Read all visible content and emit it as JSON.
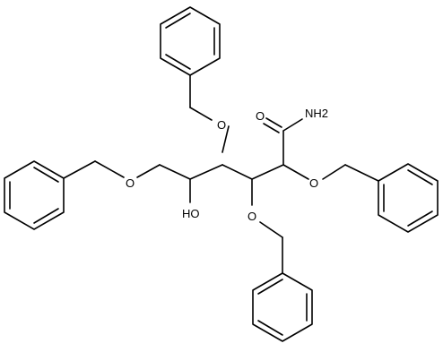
{
  "labels": {
    "amide": "NH2",
    "carbonyl_o": "O",
    "ether_o_top": "O",
    "ether_o_left": "O",
    "ether_o_right": "O",
    "ether_o_bottom": "O",
    "hydroxyl": "HO"
  },
  "colors": {
    "ink": "#000000",
    "background": "#ffffff"
  }
}
